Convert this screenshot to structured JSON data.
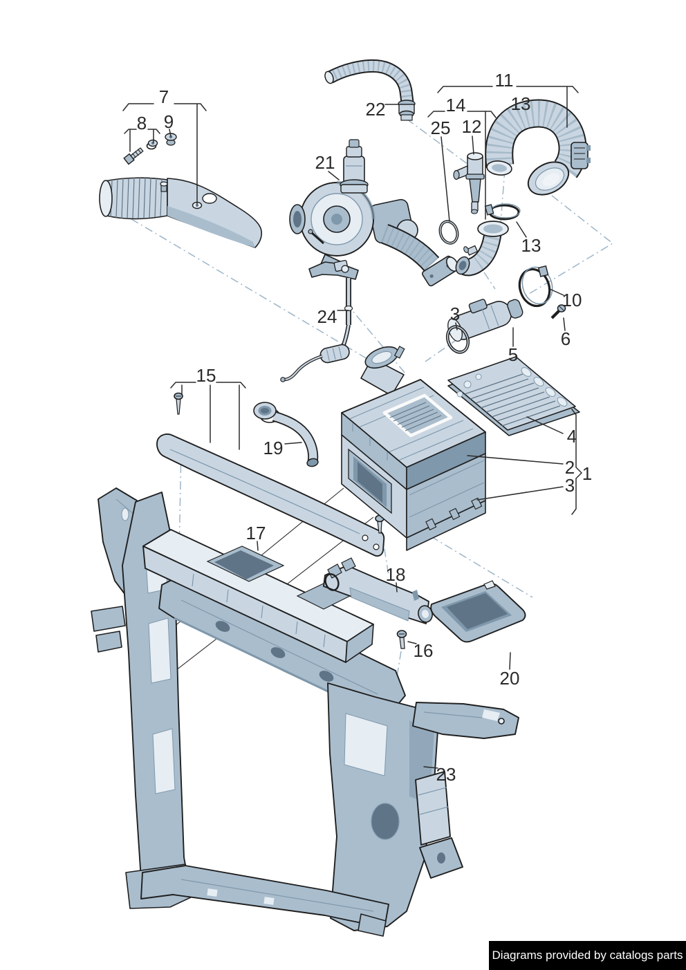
{
  "diagram": {
    "description": "Exploded parts diagram: air filter, intake hoses, turbocharger and radiator support frame",
    "callouts": [
      {
        "text": "7"
      },
      {
        "text": "8"
      },
      {
        "text": "9"
      },
      {
        "text": "22"
      },
      {
        "text": "11"
      },
      {
        "text": "14"
      },
      {
        "text": "25"
      },
      {
        "text": "12"
      },
      {
        "text": "13"
      },
      {
        "text": "21"
      },
      {
        "text": "13"
      },
      {
        "text": "10"
      },
      {
        "text": "6"
      },
      {
        "text": "3"
      },
      {
        "text": "5"
      },
      {
        "text": "24"
      },
      {
        "text": "4"
      },
      {
        "text": "2"
      },
      {
        "text": "1"
      },
      {
        "text": "3"
      },
      {
        "text": "15"
      },
      {
        "text": "19"
      },
      {
        "text": "17"
      },
      {
        "text": "18"
      },
      {
        "text": "16"
      },
      {
        "text": "20"
      },
      {
        "text": "23"
      }
    ]
  },
  "footer": {
    "text": "Diagrams provided by catalogs parts"
  },
  "palette": {
    "background": "#ffffff",
    "part_fill": "#c9d6e2",
    "part_mid": "#a9bdcd",
    "part_shade": "#7f98ab",
    "part_light": "#e6edf3",
    "part_dark": "#5f7486",
    "outline": "#1f1f1f",
    "axis_line": "#9db5c8",
    "label_color": "#2a2a2a",
    "footer_bg": "#000000",
    "footer_fg": "#ffffff"
  }
}
